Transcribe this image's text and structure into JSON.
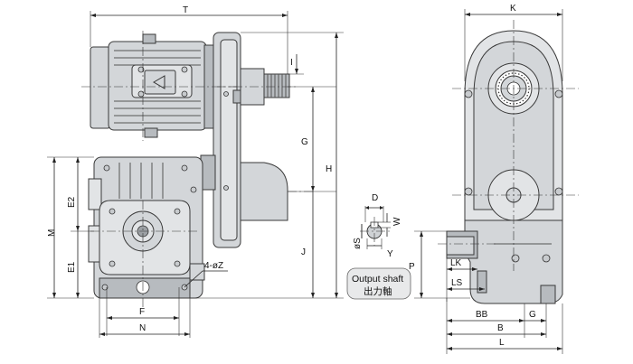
{
  "dimensions": {
    "T": "T",
    "I": "I",
    "G_motor": "G",
    "H": "H",
    "J": "J",
    "E2": "E2",
    "E1": "E1",
    "M": "M",
    "F": "F",
    "N": "N",
    "holes": "4-øZ",
    "K": "K",
    "P": "P",
    "LK": "LK",
    "LS": "LS",
    "BB": "BB",
    "G_side": "G",
    "B": "B",
    "L": "L"
  },
  "shaft_detail": {
    "D": "D",
    "W": "W",
    "S": "øS",
    "Y": "Y",
    "caption_en": "Output shaft",
    "caption_ja": "出力軸"
  }
}
